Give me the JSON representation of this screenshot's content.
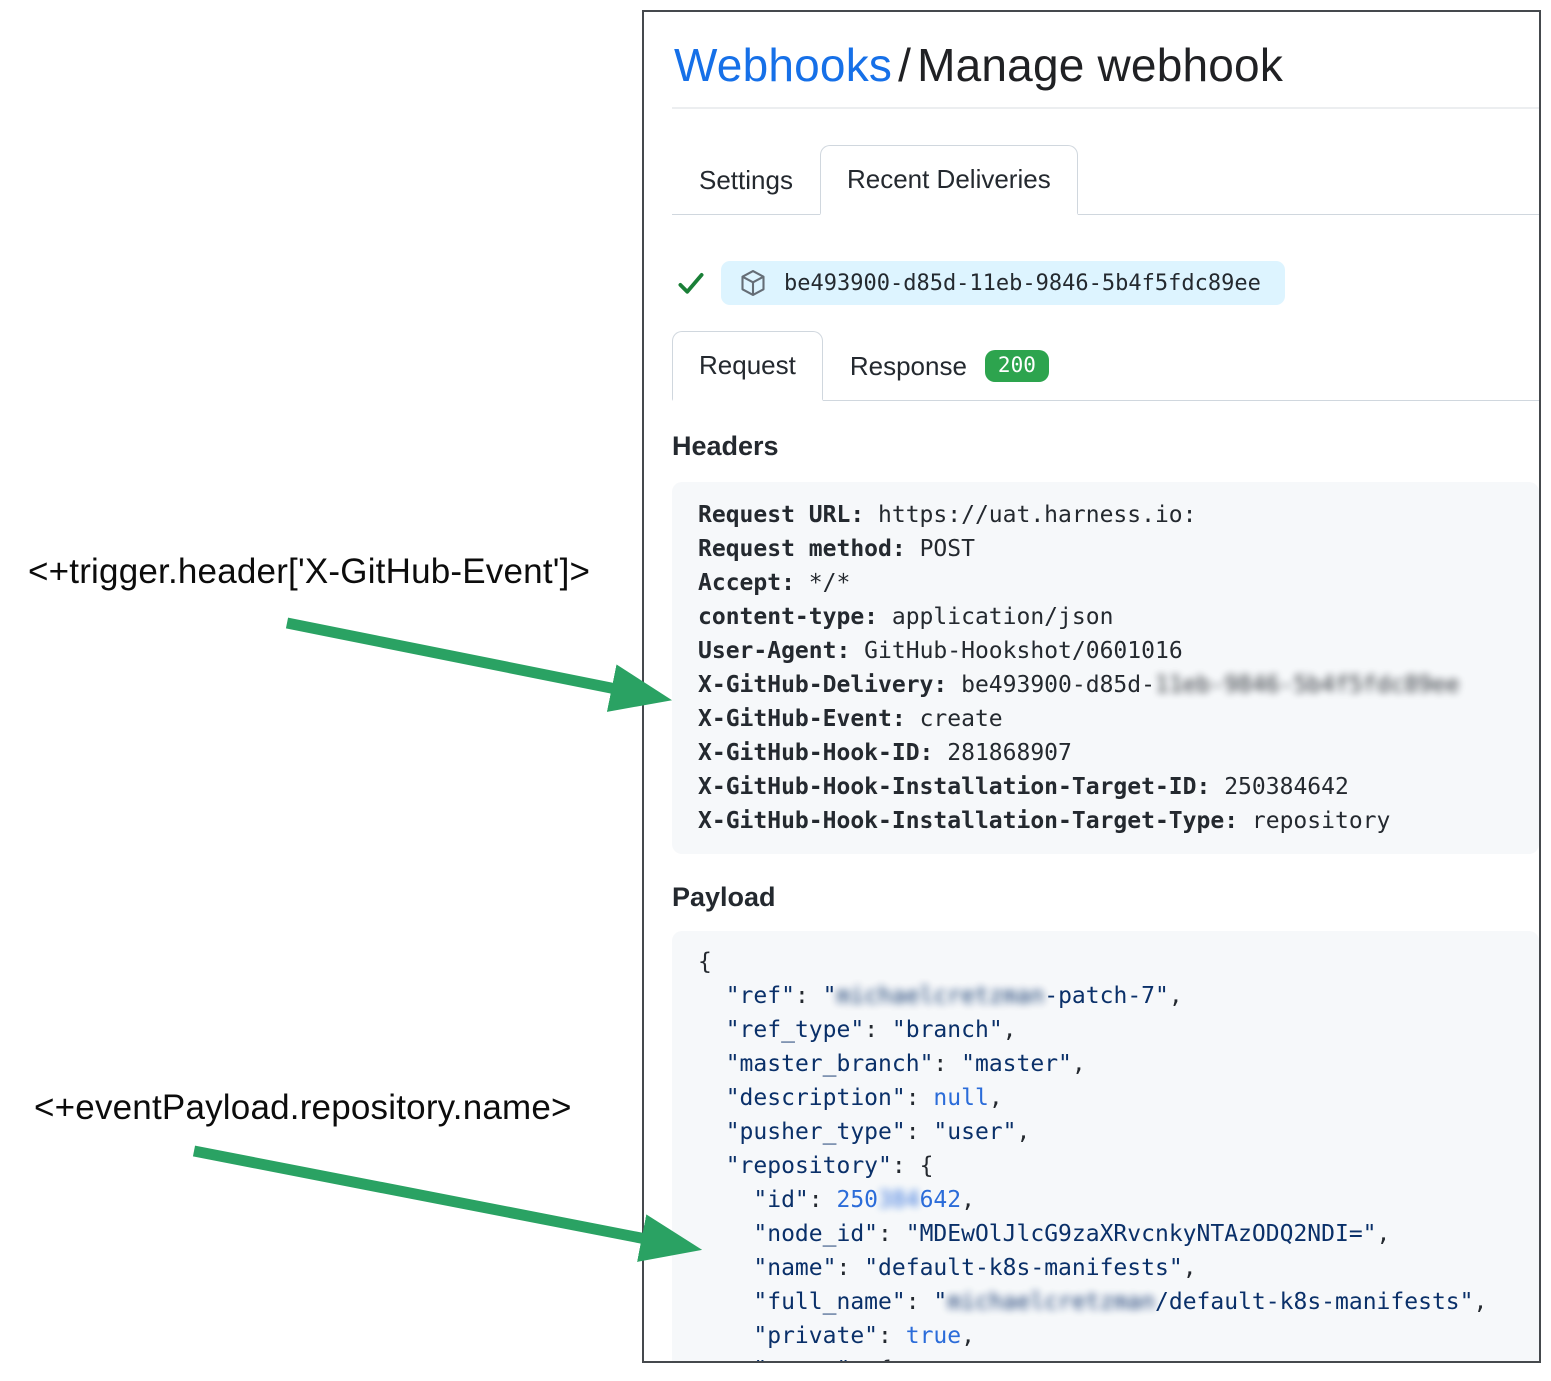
{
  "colors": {
    "link-blue": "#1670e8",
    "card-border": "#45494d",
    "tab-border": "#d0d7de",
    "success-green": "#1a7f37",
    "badge-green": "#2da44e",
    "arrow-green": "#2aa263",
    "pill-bg": "#ddf4ff",
    "code-bg": "#f6f8fa",
    "code-navy": "#0a3069",
    "code-blue": "#2b6cd9",
    "code-dark": "#24292f",
    "icon-gray": "#656d76"
  },
  "header": {
    "breadcrumb_link": "Webhooks",
    "separator": "/",
    "title": "Manage webhook"
  },
  "tabs": {
    "settings_label": "Settings",
    "recent_label": "Recent Deliveries"
  },
  "delivery": {
    "status_icon": "check-icon",
    "box_icon": "package-icon",
    "guid": "be493900-d85d-11eb-9846-5b4f5fdc89ee"
  },
  "subtabs": {
    "request_label": "Request",
    "response_label": "Response",
    "response_status": "200"
  },
  "headers_section": {
    "heading": "Headers",
    "entries": [
      {
        "key": "Request URL:",
        "value": "https://uat.harness.io:"
      },
      {
        "key": "Request method:",
        "value": "POST"
      },
      {
        "key": "Accept:",
        "value": "*/*"
      },
      {
        "key": "content-type:",
        "value": "application/json"
      },
      {
        "key": "User-Agent:",
        "value": "GitHub-Hookshot/0601016"
      },
      {
        "key": "X-GitHub-Delivery:",
        "value": "be493900-d85d-",
        "redacted": "11eb-9846-5b4f5fdc89ee"
      },
      {
        "key": "X-GitHub-Event:",
        "value": "create"
      },
      {
        "key": "X-GitHub-Hook-ID:",
        "value": "281868907"
      },
      {
        "key": "X-GitHub-Hook-Installation-Target-ID:",
        "value": "250384642"
      },
      {
        "key": "X-GitHub-Hook-Installation-Target-Type:",
        "value": "repository"
      }
    ]
  },
  "payload_section": {
    "heading": "Payload",
    "lines": [
      {
        "ind": 0,
        "seg": [
          {
            "c": "p",
            "t": "{"
          }
        ]
      },
      {
        "ind": 1,
        "seg": [
          {
            "c": "s",
            "t": "\"ref\""
          },
          {
            "c": "p",
            "t": ": "
          },
          {
            "c": "s",
            "t": "\""
          },
          {
            "c": "s",
            "t": "michaelcretzman",
            "r": true
          },
          {
            "c": "s",
            "t": "-patch-7\""
          },
          {
            "c": "p",
            "t": ","
          }
        ]
      },
      {
        "ind": 1,
        "seg": [
          {
            "c": "s",
            "t": "\"ref_type\""
          },
          {
            "c": "p",
            "t": ": "
          },
          {
            "c": "s",
            "t": "\"branch\""
          },
          {
            "c": "p",
            "t": ","
          }
        ]
      },
      {
        "ind": 1,
        "seg": [
          {
            "c": "s",
            "t": "\"master_branch\""
          },
          {
            "c": "p",
            "t": ": "
          },
          {
            "c": "s",
            "t": "\"master\""
          },
          {
            "c": "p",
            "t": ","
          }
        ]
      },
      {
        "ind": 1,
        "seg": [
          {
            "c": "s",
            "t": "\"description\""
          },
          {
            "c": "p",
            "t": ": "
          },
          {
            "c": "n",
            "t": "null"
          },
          {
            "c": "p",
            "t": ","
          }
        ]
      },
      {
        "ind": 1,
        "seg": [
          {
            "c": "s",
            "t": "\"pusher_type\""
          },
          {
            "c": "p",
            "t": ": "
          },
          {
            "c": "s",
            "t": "\"user\""
          },
          {
            "c": "p",
            "t": ","
          }
        ]
      },
      {
        "ind": 1,
        "seg": [
          {
            "c": "s",
            "t": "\"repository\""
          },
          {
            "c": "p",
            "t": ": {"
          }
        ]
      },
      {
        "ind": 2,
        "seg": [
          {
            "c": "s",
            "t": "\"id\""
          },
          {
            "c": "p",
            "t": ": "
          },
          {
            "c": "n",
            "t": "250"
          },
          {
            "c": "n",
            "t": "384",
            "r": true
          },
          {
            "c": "n",
            "t": "642"
          },
          {
            "c": "p",
            "t": ","
          }
        ]
      },
      {
        "ind": 2,
        "seg": [
          {
            "c": "s",
            "t": "\"node_id\""
          },
          {
            "c": "p",
            "t": ": "
          },
          {
            "c": "s",
            "t": "\"MDEwOlJlcG9zaXRvcnkyNTAzODQ2NDI=\""
          },
          {
            "c": "p",
            "t": ","
          }
        ]
      },
      {
        "ind": 2,
        "seg": [
          {
            "c": "s",
            "t": "\"name\""
          },
          {
            "c": "p",
            "t": ": "
          },
          {
            "c": "s",
            "t": "\"default-k8s-manifests\""
          },
          {
            "c": "p",
            "t": ","
          }
        ]
      },
      {
        "ind": 2,
        "seg": [
          {
            "c": "s",
            "t": "\"full_name\""
          },
          {
            "c": "p",
            "t": ": "
          },
          {
            "c": "s",
            "t": "\""
          },
          {
            "c": "s",
            "t": "michaelcretzman",
            "r": true
          },
          {
            "c": "s",
            "t": "/default-k8s-manifests\""
          },
          {
            "c": "p",
            "t": ","
          }
        ]
      },
      {
        "ind": 2,
        "seg": [
          {
            "c": "s",
            "t": "\"private\""
          },
          {
            "c": "p",
            "t": ": "
          },
          {
            "c": "n",
            "t": "true"
          },
          {
            "c": "p",
            "t": ","
          }
        ]
      },
      {
        "ind": 2,
        "seg": [
          {
            "c": "s",
            "t": "\"owner\""
          },
          {
            "c": "p",
            "t": ": {"
          }
        ]
      }
    ]
  },
  "annotations": [
    {
      "text": "<+trigger.header['X-GitHub-Event']>"
    },
    {
      "text": "<+eventPayload.repository.name>"
    }
  ]
}
